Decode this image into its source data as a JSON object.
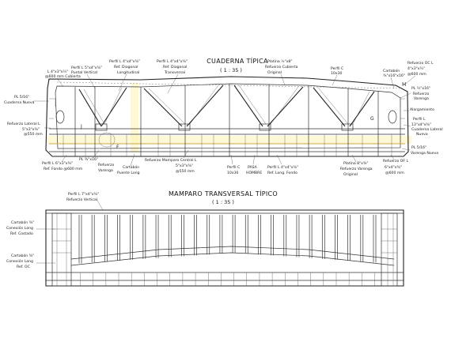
{
  "titles": {
    "frame_title": "CUADERNA TÍPICA",
    "frame_scale": "( 1 : 35 )",
    "bulkhead_title": "MAMPARO TRANSVERSAL TÍPICO",
    "bulkhead_scale": "( 1 : 35 )"
  },
  "top_labels": [
    "L 4\"x3\"x¼\"",
    "@600 mm Cubierta",
    "Perfil L 5\"x4\"x⅜\"",
    "Puntal Vertical",
    "Perfil L 4\"x4\"x⅜\"",
    "Ref. Diagonal",
    "Longitudinal",
    "Perfil L 4\"x4\"x⅜\"",
    "Ref. Diagonal",
    "Transversal",
    "Platina ½\"x8\"",
    "Refuerzo Cubierta",
    "Original",
    "Perfil C",
    "10x30",
    "Cartabón",
    "⅜\"x16\"x16\"",
    "Refuerzo OC L",
    "4\"x3\"x¼\"",
    "@600 mm"
  ],
  "left_labels": [
    "PL 5/16\"",
    "Cuaderna Nueva",
    "Refuerzo Lateral L",
    "5\"x3\"x⅜\"",
    "@550 mm"
  ],
  "right_labels": [
    "PL ¼\"x16\"",
    "Refuerzo",
    "Varenga",
    "Alargamiento",
    "Perfil L",
    "13\"x4\"x⅜\"",
    "Cuaderna Lateral",
    "Nueva",
    "PL 5/16\"",
    "Varenga Nueva"
  ],
  "bottom_labels": [
    "Perfil L 6\"x3\"x⅜\"",
    "Ref. Fondo @600 mm",
    "PL ⅜\"x16\"",
    "Refuerzo",
    "Varenga",
    "Cartabón",
    "Puente Long",
    "Refuerzo Mamparo Central L",
    "5\"x3\"x⅜\"",
    "@550 mm",
    "Perfil C",
    "10x30",
    "PASA",
    "HOMBRE",
    "Perfil L 4\"x4\"x⅜\"",
    "Ref. Long. Fondo",
    "Platina 8\"x⅜\"",
    "Refuerzo Varenga",
    "Original",
    "Refuerzo OF L",
    "6\"x4\"x⅜\"",
    "@600 mm"
  ],
  "markers": [
    "H",
    "J",
    "F",
    "G"
  ],
  "bulkhead_labels": [
    "Perfil L 7\"x4\"x⅜\"",
    "Refuerzo Vertical",
    "Cartabón ⅜\"",
    "Conexión Long",
    "Ref. Costado",
    "Cartabón ⅜\"",
    "Conexión Long",
    "Ref. OC"
  ]
}
